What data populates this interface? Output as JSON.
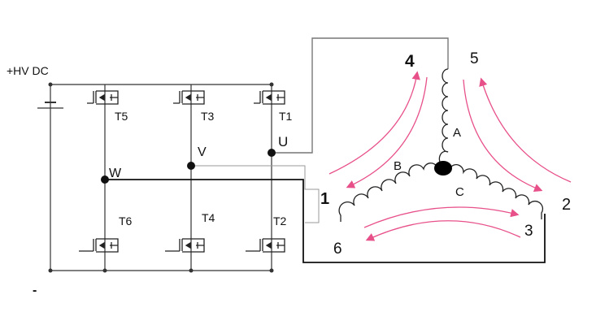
{
  "supply": {
    "positive": "+HV DC",
    "negative": "-"
  },
  "transistors": [
    "T5",
    "T3",
    "T1",
    "T6",
    "T4",
    "T2"
  ],
  "phases": {
    "u": "U",
    "v": "V",
    "w": "W"
  },
  "windings": [
    "A",
    "B",
    "C"
  ],
  "terminals": [
    "4",
    "5",
    "1",
    "2",
    "3",
    "6"
  ],
  "colors": {
    "arrow": "#e8508a",
    "wire": "#222222"
  }
}
